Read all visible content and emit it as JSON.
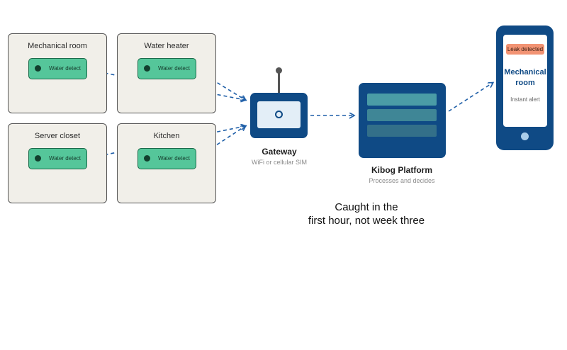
{
  "rooms": [
    {
      "name": "Mechanical room",
      "sensor_label": "Water detect"
    },
    {
      "name": "Water heater",
      "sensor_label": "Water detect"
    },
    {
      "name": "Server closet",
      "sensor_label": "Water detect"
    },
    {
      "name": "Kitchen",
      "sensor_label": "Water detect"
    }
  ],
  "gateway": {
    "title": "Gateway",
    "subtitle": "WiFi or cellular SIM"
  },
  "platform": {
    "title": "Kibog Platform",
    "subtitle": "Processes and decides"
  },
  "phone": {
    "badge": "Leak detected",
    "location_line1": "Mechanical",
    "location_line2": "room",
    "alert_text": "Instant alert"
  },
  "headline": {
    "line1": "Caught in the",
    "line2": "first hour, not week three"
  },
  "colors": {
    "room_fill": "#f1efe9",
    "sensor_fill": "#55c69a",
    "device_navy": "#0f4a85",
    "platform_bar": "#4a9ca6",
    "alert_badge": "#f29373",
    "link_blue": "#1f5fa8"
  }
}
